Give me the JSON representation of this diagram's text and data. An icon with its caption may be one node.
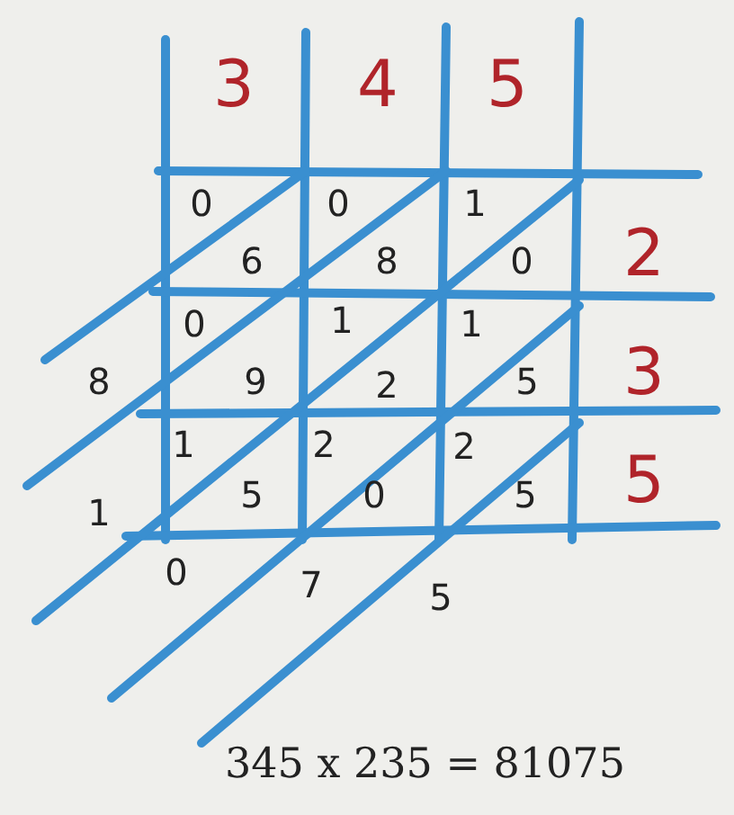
{
  "diagram": {
    "caption": "345 x 235 = 81075",
    "labels": [
      "3",
      "4",
      "5",
      "0",
      "0",
      "1",
      "6",
      "8",
      "0",
      "2",
      "0",
      "1",
      "1",
      "8",
      "9",
      "2",
      "5",
      "3",
      "1",
      "2",
      "2",
      "1",
      "5",
      "0",
      "5",
      "5",
      "0",
      "7",
      "5"
    ]
  }
}
